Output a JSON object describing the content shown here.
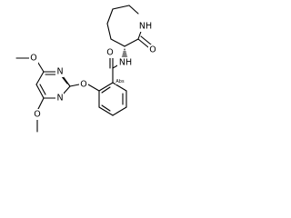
{
  "molecule": {
    "labels": {
      "ring_nh": "NH",
      "lactam_o": "O",
      "amide_nh": "NH",
      "amide_o": "O",
      "stereo": "Abs",
      "ether_o": "O",
      "pyrimidine_n_top": "N",
      "pyrimidine_n_bottom": "N",
      "methoxy_o_top": "O",
      "methoxy_o_bottom": "O"
    }
  }
}
